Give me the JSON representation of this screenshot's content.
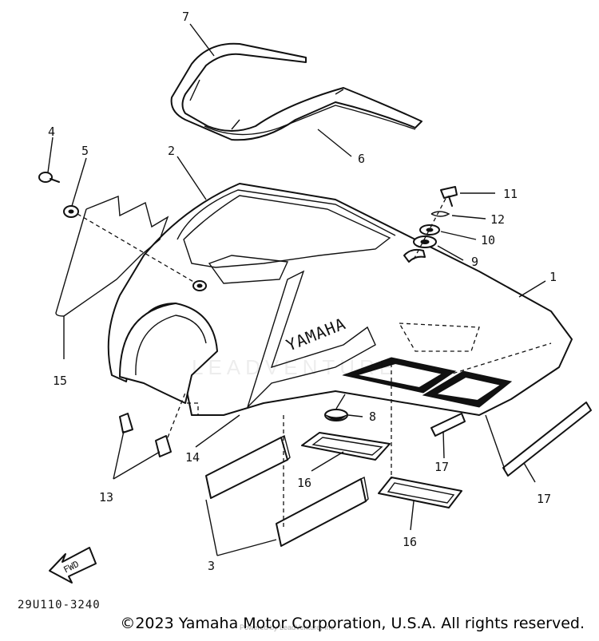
{
  "diagram": {
    "callouts": [
      {
        "id": "c1",
        "text": "1"
      },
      {
        "id": "c2",
        "text": "2"
      },
      {
        "id": "c3",
        "text": "3"
      },
      {
        "id": "c4",
        "text": "4"
      },
      {
        "id": "c5",
        "text": "5"
      },
      {
        "id": "c6",
        "text": "6"
      },
      {
        "id": "c7",
        "text": "7"
      },
      {
        "id": "c8",
        "text": "8"
      },
      {
        "id": "c9",
        "text": "9"
      },
      {
        "id": "c10",
        "text": "10"
      },
      {
        "id": "c11",
        "text": "11"
      },
      {
        "id": "c12",
        "text": "12"
      },
      {
        "id": "c13",
        "text": "13"
      },
      {
        "id": "c14",
        "text": "14"
      },
      {
        "id": "c15",
        "text": "15"
      },
      {
        "id": "c16a",
        "text": "16"
      },
      {
        "id": "c16b",
        "text": "16"
      },
      {
        "id": "c17a",
        "text": "17"
      },
      {
        "id": "c17b",
        "text": "17"
      }
    ],
    "decal_text": "YAMAHA",
    "fwd_label": "FWD",
    "drawing_code": "29U110-3240",
    "watermark": "LEADVENTURE",
    "sub_credit": "Powered by LeadVenture, Inc."
  },
  "footer": {
    "copyright": "©2023 Yamaha Motor Corporation, U.S.A. All rights reserved."
  }
}
